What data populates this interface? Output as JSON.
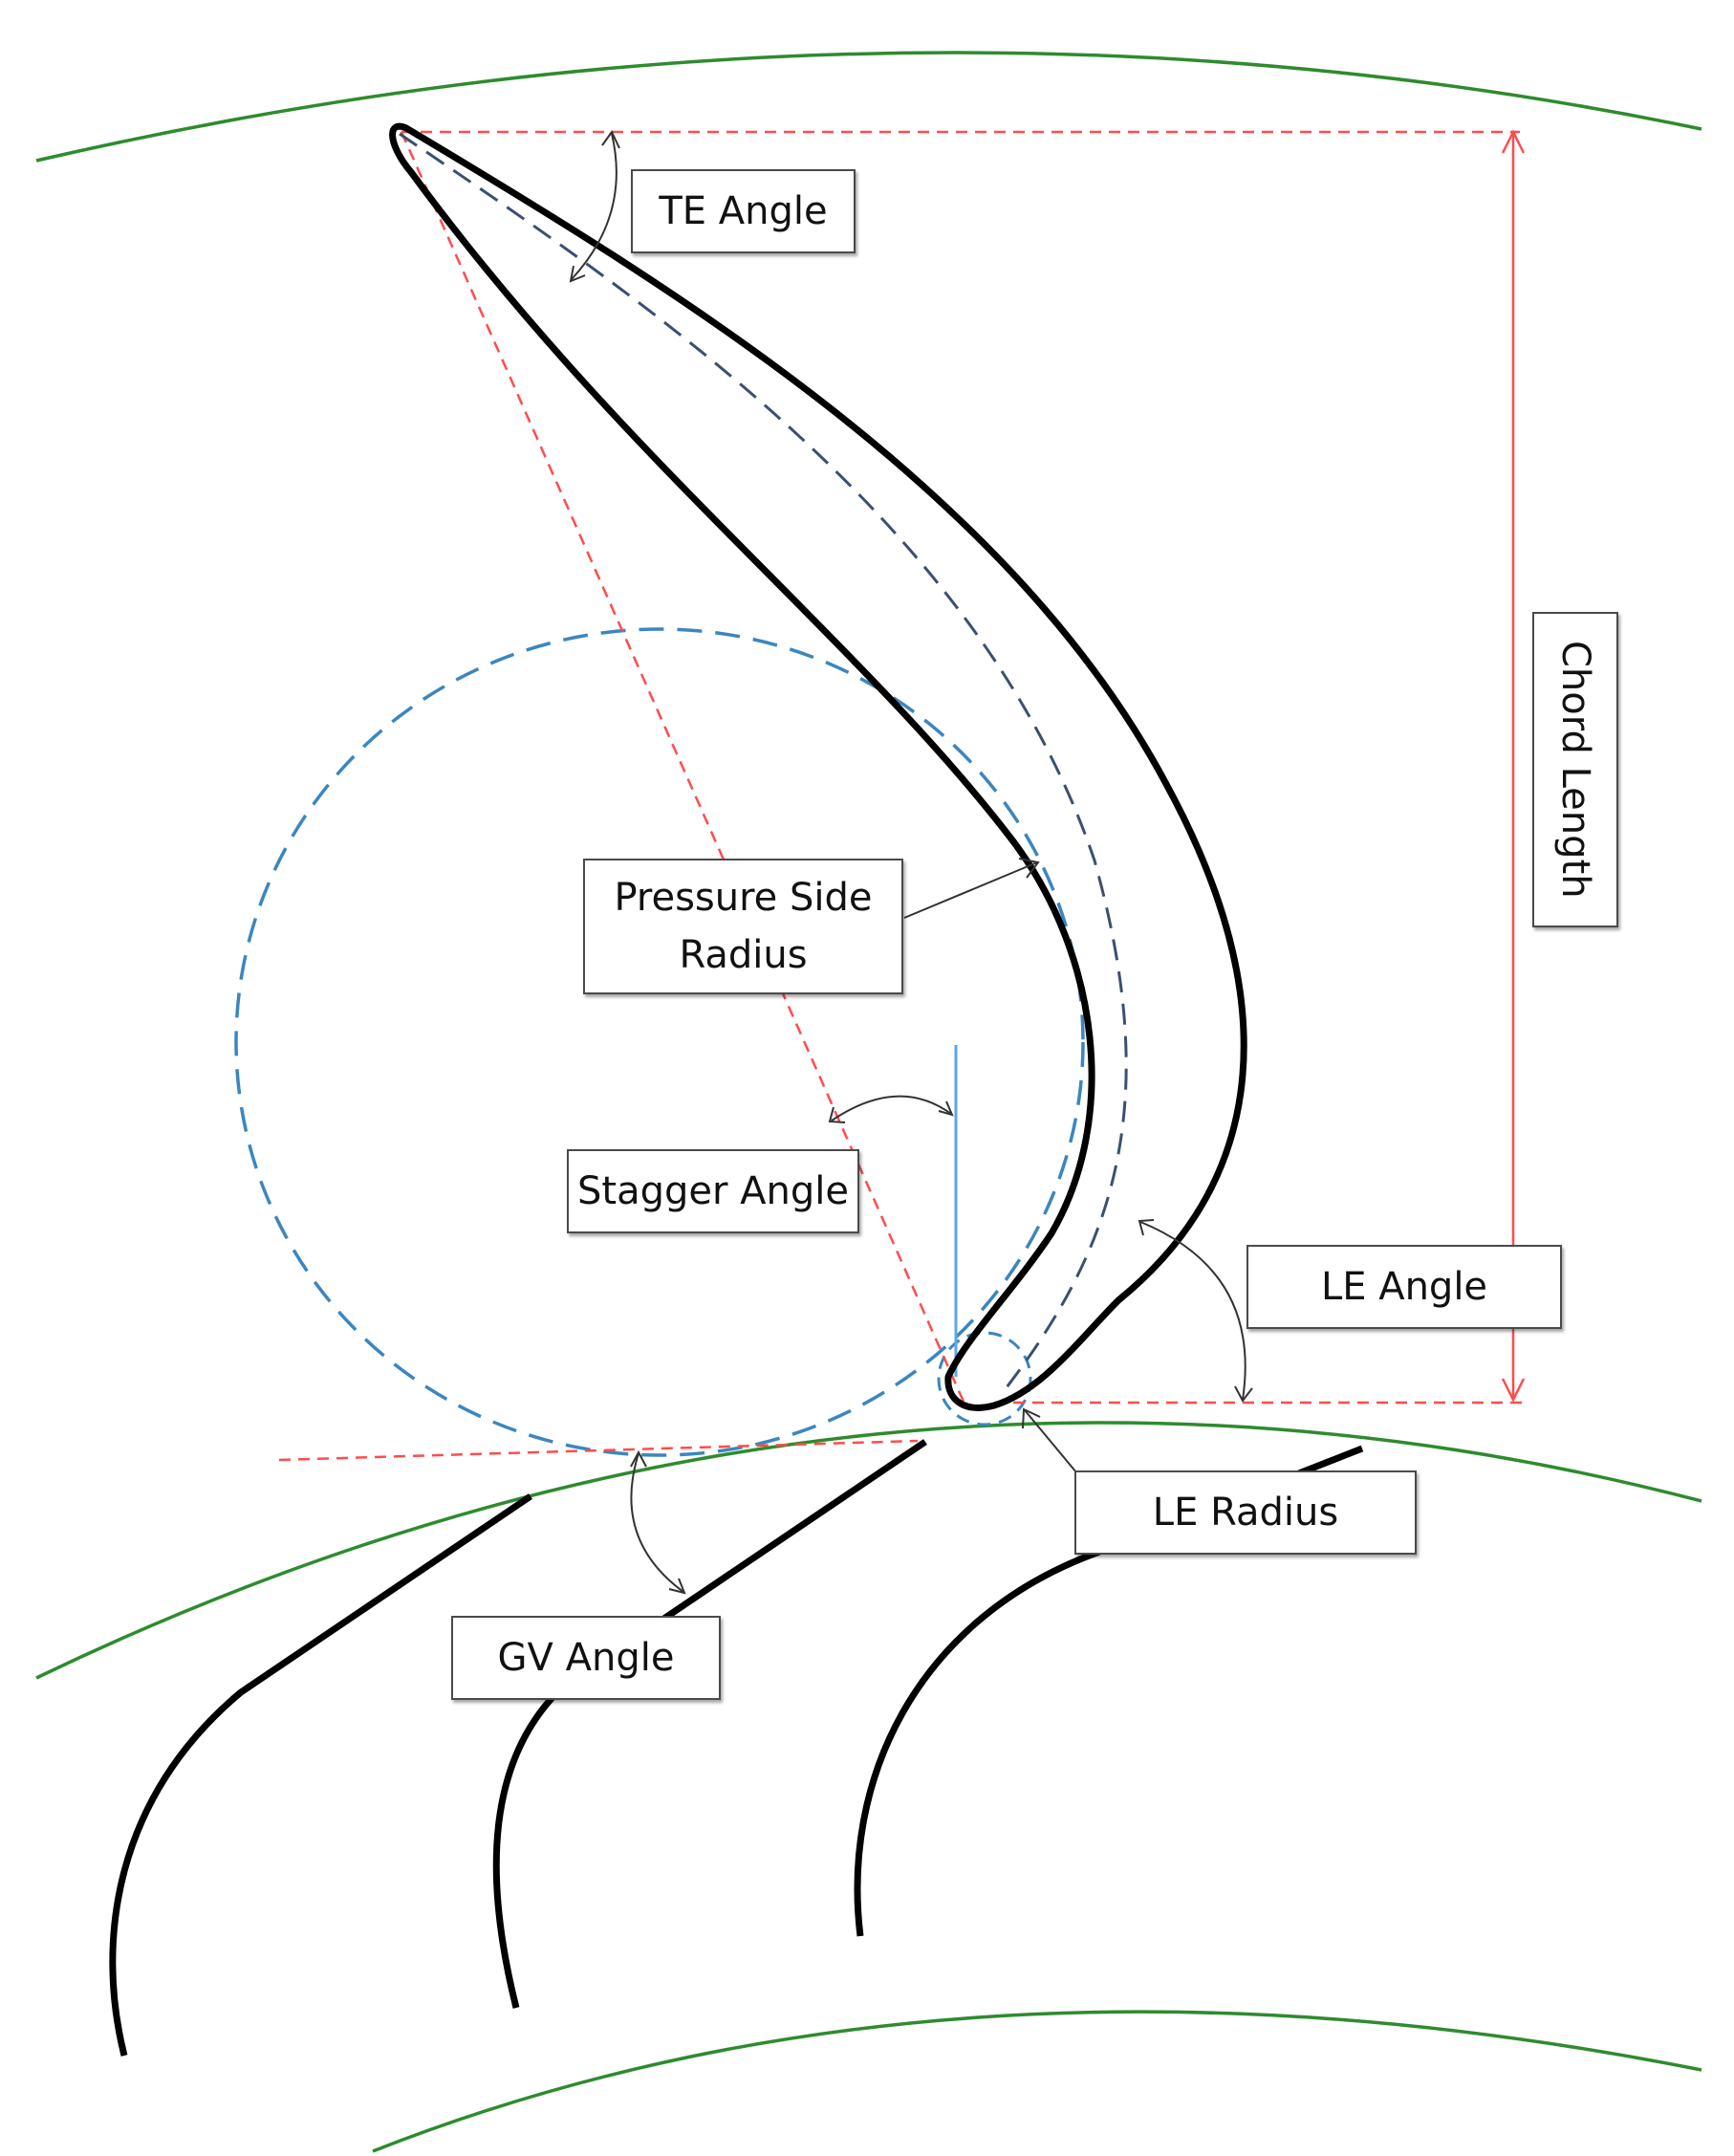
{
  "labels": {
    "te_angle": "TE Angle",
    "chord_length": "Chord Length",
    "pressure_side_radius": "Pressure Side\nRadius",
    "stagger_angle": "Stagger Angle",
    "le_angle": "LE  Angle",
    "le_radius": "LE Radius",
    "gv_angle": "GV Angle"
  },
  "colors": {
    "blade": "#000000",
    "camber_line": "#3b5070",
    "construction_red": "#ff4c4c",
    "circle_blue": "#3b86c0",
    "shroud_green": "#2e8b2e",
    "vertical_ref": "#5aa8e0"
  }
}
